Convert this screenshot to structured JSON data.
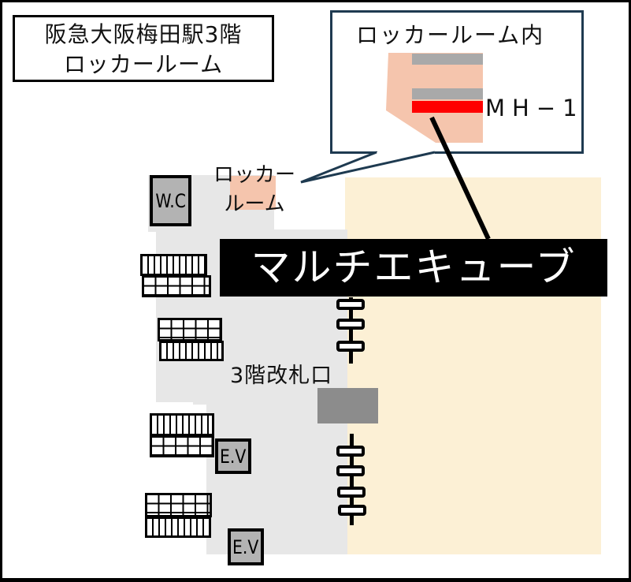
{
  "header": {
    "title_line1": "阪急大阪梅田駅3階",
    "title_line2": "ロッカールーム"
  },
  "inset": {
    "title": "ロッカールーム内",
    "locker_id": "MH−1"
  },
  "map": {
    "locker_room_label_line1": "ロッカー",
    "locker_room_label_line2": "ルーム",
    "banner_label": "マルチエキューブ",
    "gate_label": "3階改札口",
    "wc_label": "W.C",
    "ev_label": "E.V"
  },
  "symbols": {
    "stairs_icon": "hatched-stair-block",
    "escalator_icon": "ladder-rung-symbol",
    "ticket_gate_icon": "gray-block",
    "callout_tail_icon": "speech-bubble-tail",
    "pointer_line_icon": "thick-diagonal-line"
  },
  "colors": {
    "floor_gray": "#E7E7E7",
    "platform_beige": "#FCF0D5",
    "locker_room_pink": "#F5C5AD",
    "highlight_red": "#FF0000",
    "inset_border_navy": "#1E3A50",
    "banner_bg": "#000000",
    "banner_text": "#FFFFFF",
    "facility_gray": "#B3B3B3",
    "gate_gray": "#8C8C8C",
    "locker_bar_gray": "#A9A9A9"
  }
}
